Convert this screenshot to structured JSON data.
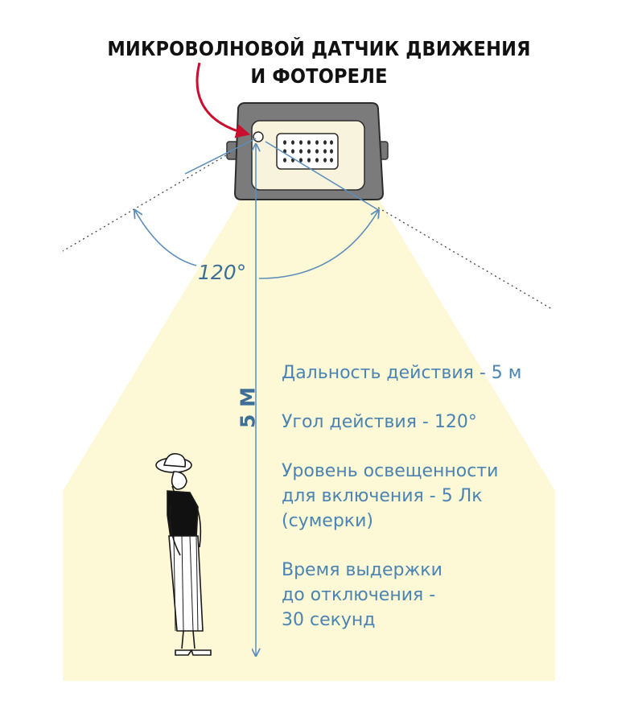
{
  "title": {
    "line1": "МИКРОВОЛНОВОЙ ДАТЧИК ДВИЖЕНИЯ",
    "line2": "И ФОТОРЕЛЕ"
  },
  "angle_label": "120°",
  "height_label": "5 М",
  "specs": [
    {
      "lines": [
        "Дальность действия - 5 м"
      ]
    },
    {
      "lines": [
        "Угол действия - 120°"
      ]
    },
    {
      "lines": [
        "Уровень освещенности",
        "для включения - 5 Лк",
        "(сумерки)"
      ]
    },
    {
      "lines": [
        "Время выдержки",
        "до отключения -",
        "30 секунд"
      ]
    }
  ],
  "colors": {
    "beam": "#fdf8d6",
    "measure_line": "#5b8dbb",
    "text_blue": "#4b84b3",
    "arrow_red": "#c8102e",
    "housing": "#7a7a7a"
  },
  "icons": [
    "floodlight-icon",
    "person-figure-icon",
    "red-arrow-icon"
  ]
}
